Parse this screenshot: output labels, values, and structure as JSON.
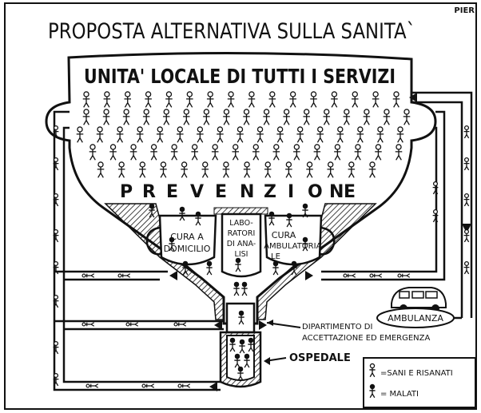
{
  "signature": "PIER",
  "title": "PROPOSTA ALTERNATIVA SULLA SANITA`",
  "header": "UNITA' LOCALE DI TUTTI I SERVIZI",
  "prevention": [
    "P",
    "R",
    "E",
    "V",
    "E",
    "N",
    "Z",
    "I",
    "O",
    "N",
    "E"
  ],
  "units": {
    "home_care": [
      "CURA A",
      "DOMICILIO"
    ],
    "lab": [
      "LABO-",
      "RATORI",
      "DI ANA-",
      "LISI"
    ],
    "outpatient": [
      "CURA",
      "AMBULATORIA-",
      "LE"
    ]
  },
  "ambulance": "AMBULANZA",
  "emergency": [
    "DIPARTIMENTO DI",
    "ACCETTAZIONE ED EMERGENZA"
  ],
  "hospital": "OSPEDALE",
  "legend": {
    "healthy": "=SANI E RISANATI",
    "sick": "= MALATI"
  },
  "colors": {
    "ink": "#111111",
    "paper": "#ffffff"
  }
}
